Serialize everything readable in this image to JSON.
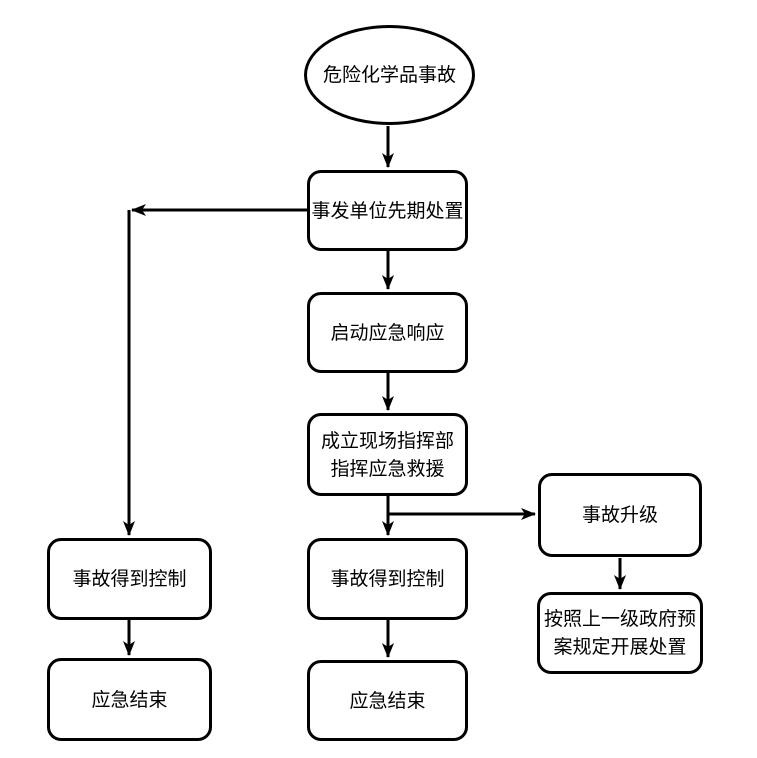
{
  "diagram": {
    "type": "flowchart",
    "colors": {
      "stroke": "#000000",
      "background": "#ffffff",
      "text": "#000000"
    },
    "nodes": {
      "start": {
        "shape": "ellipse",
        "label": "危险化学品事故"
      },
      "initial_disposal": {
        "shape": "rounded-rect",
        "label": "事发单位先期处置"
      },
      "activate_response": {
        "shape": "rounded-rect",
        "label": "启动应急响应"
      },
      "command_post": {
        "shape": "rounded-rect",
        "label": "成立现场指挥部\n指挥应急救援"
      },
      "controlled_center": {
        "shape": "rounded-rect",
        "label": "事故得到控制"
      },
      "end_center": {
        "shape": "rounded-rect",
        "label": "应急结束"
      },
      "controlled_left": {
        "shape": "rounded-rect",
        "label": "事故得到控制"
      },
      "end_left": {
        "shape": "rounded-rect",
        "label": "应急结束"
      },
      "escalation": {
        "shape": "rounded-rect",
        "label": "事故升级"
      },
      "higher_level_plan": {
        "shape": "rounded-rect",
        "label": "按照上一级政府预\n案规定开展处置"
      }
    },
    "edges": [
      {
        "from": "start",
        "to": "initial_disposal"
      },
      {
        "from": "initial_disposal",
        "to": "activate_response"
      },
      {
        "from": "activate_response",
        "to": "command_post"
      },
      {
        "from": "command_post",
        "to": "controlled_center"
      },
      {
        "from": "command_post",
        "to": "escalation"
      },
      {
        "from": "escalation",
        "to": "higher_level_plan"
      },
      {
        "from": "controlled_center",
        "to": "end_center"
      },
      {
        "from": "initial_disposal",
        "to": "controlled_left"
      },
      {
        "from": "controlled_left",
        "to": "end_left"
      }
    ]
  }
}
